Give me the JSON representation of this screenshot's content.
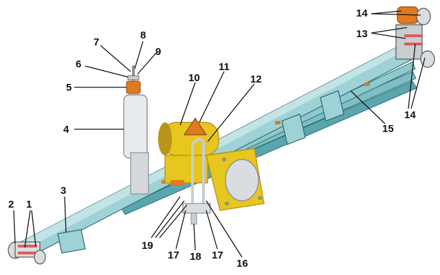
{
  "colors": {
    "leaf": "#9fd2d6",
    "leaf_dark": "#5aa6ad",
    "leaf_edge": "#2f6e75",
    "bronze": "#e07a1e",
    "yellow": "#e7c61e",
    "yellow_dark": "#b8951a",
    "shock": "#e8ebee",
    "shock_dark": "#8a9196",
    "bolt": "#d9dde0",
    "bushing": "#e25858",
    "ink": "#111111"
  },
  "callouts": [
    {
      "id": "c1",
      "label": "1"
    },
    {
      "id": "c2",
      "label": "2"
    },
    {
      "id": "c3",
      "label": "3"
    },
    {
      "id": "c4",
      "label": "4"
    },
    {
      "id": "c5",
      "label": "5"
    },
    {
      "id": "c6",
      "label": "6"
    },
    {
      "id": "c7",
      "label": "7"
    },
    {
      "id": "c8",
      "label": "8"
    },
    {
      "id": "c9",
      "label": "9"
    },
    {
      "id": "c10",
      "label": "10"
    },
    {
      "id": "c11",
      "label": "11"
    },
    {
      "id": "c12",
      "label": "12"
    },
    {
      "id": "c13",
      "label": "13"
    },
    {
      "id": "c14a",
      "label": "14"
    },
    {
      "id": "c14b",
      "label": "14"
    },
    {
      "id": "c15",
      "label": "15"
    },
    {
      "id": "c16",
      "label": "16"
    },
    {
      "id": "c17a",
      "label": "17"
    },
    {
      "id": "c17b",
      "label": "17"
    },
    {
      "id": "c18",
      "label": "18"
    },
    {
      "id": "c19",
      "label": "19"
    }
  ]
}
